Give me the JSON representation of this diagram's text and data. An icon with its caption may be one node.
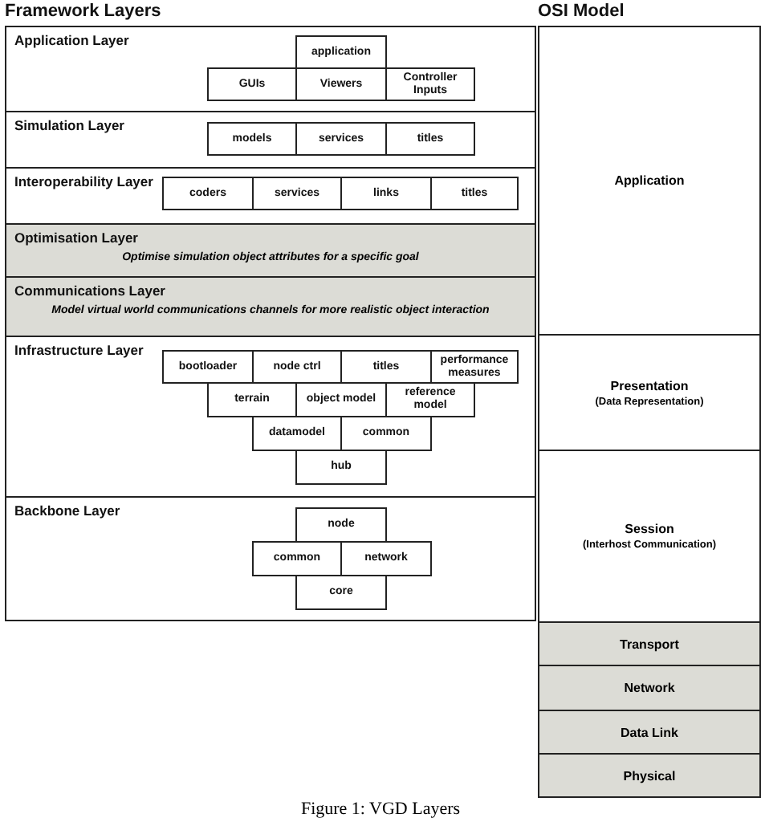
{
  "diagram": {
    "caption": "Figure 1: VGD Layers",
    "nodes": [
      {
        "text": [
          "Framework Layers"
        ]
      },
      {
        "text": [
          "Application Layer"
        ],
        "in": 0
      },
      {
        "text": [
          "application"
        ],
        "in": 1
      },
      {
        "text": [
          "GUIs"
        ],
        "in": 1
      },
      {
        "text": [
          "Viewers"
        ],
        "in": 1
      },
      {
        "text": [
          "Controller Inputs"
        ],
        "in": 1
      },
      {
        "text": [
          "Simulation Layer"
        ],
        "in": 0
      },
      {
        "text": [
          "models"
        ],
        "in": 6
      },
      {
        "text": [
          "services"
        ],
        "in": 6
      },
      {
        "text": [
          "titles"
        ],
        "in": 6
      },
      {
        "text": [
          "Interoperability Layer"
        ],
        "in": 0
      },
      {
        "text": [
          "coders"
        ],
        "in": 10
      },
      {
        "text": [
          "services"
        ],
        "in": 10
      },
      {
        "text": [
          "links"
        ],
        "in": 10
      },
      {
        "text": [
          "titles"
        ],
        "in": 10
      },
      {
        "text": [
          "Optimisation Layer",
          "Optimise simulation object attributes for a specific goal"
        ],
        "in": 0
      },
      {
        "text": [
          "Communications Layer",
          "Model virtual world communications channels for more realistic object interaction"
        ],
        "in": 0
      },
      {
        "text": [
          "Infrastructure Layer"
        ],
        "in": 0
      },
      {
        "text": [
          "bootloader"
        ],
        "in": 17
      },
      {
        "text": [
          "node ctrl"
        ],
        "in": 17
      },
      {
        "text": [
          "titles"
        ],
        "in": 17
      },
      {
        "text": [
          "performance measures"
        ],
        "in": 17
      },
      {
        "text": [
          "terrain"
        ],
        "in": 17
      },
      {
        "text": [
          "object model"
        ],
        "in": 17
      },
      {
        "text": [
          "reference model"
        ],
        "in": 17
      },
      {
        "text": [
          "datamodel"
        ],
        "in": 17
      },
      {
        "text": [
          "common"
        ],
        "in": 17
      },
      {
        "text": [
          "hub"
        ],
        "in": 17
      },
      {
        "text": [
          "Backbone Layer"
        ],
        "in": 0
      },
      {
        "text": [
          "node"
        ],
        "in": 28
      },
      {
        "text": [
          "common"
        ],
        "in": 28
      },
      {
        "text": [
          "network"
        ],
        "in": 28
      },
      {
        "text": [
          "core"
        ],
        "in": 28
      },
      {
        "text": [
          "OSI Model"
        ]
      },
      {
        "text": [
          "Application"
        ],
        "in": 33
      },
      {
        "text": [
          "Presentation",
          "(Data Representation)"
        ],
        "in": 33
      },
      {
        "text": [
          "Session",
          "(Interhost Communication)"
        ],
        "in": 33
      },
      {
        "text": [
          "Transport"
        ],
        "in": 33
      },
      {
        "text": [
          "Network"
        ],
        "in": 33
      },
      {
        "text": [
          "Data Link"
        ],
        "in": 33
      },
      {
        "text": [
          "Physical"
        ],
        "in": 33
      }
    ],
    "edges": []
  }
}
